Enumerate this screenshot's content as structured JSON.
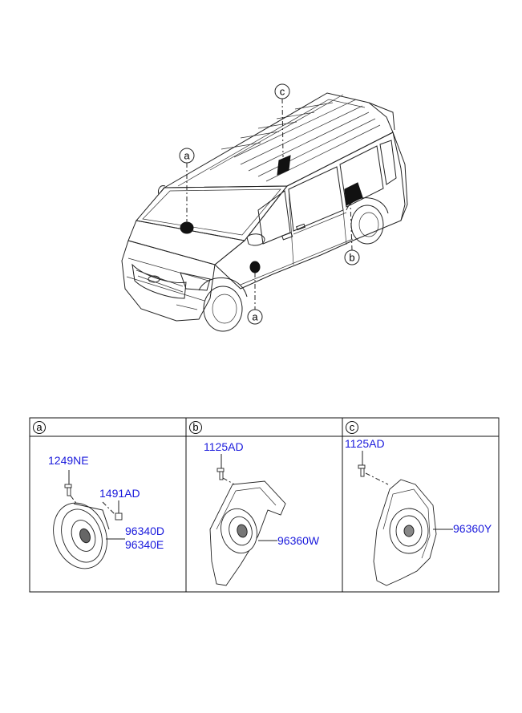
{
  "callouts": {
    "a_windshield": "a",
    "a_mirror": "a",
    "b_rear": "b",
    "c_roof": "c"
  },
  "table": {
    "headers": [
      "a",
      "b",
      "c"
    ],
    "panel_a": {
      "parts": [
        "1249NE",
        "1491AD",
        "96340D",
        "96340E"
      ]
    },
    "panel_b": {
      "parts": [
        "1125AD",
        "96360W"
      ]
    },
    "panel_c": {
      "parts": [
        "1125AD",
        "96360Y"
      ]
    }
  },
  "colors": {
    "part_number": "#1a1adc",
    "lines": "#222222"
  }
}
